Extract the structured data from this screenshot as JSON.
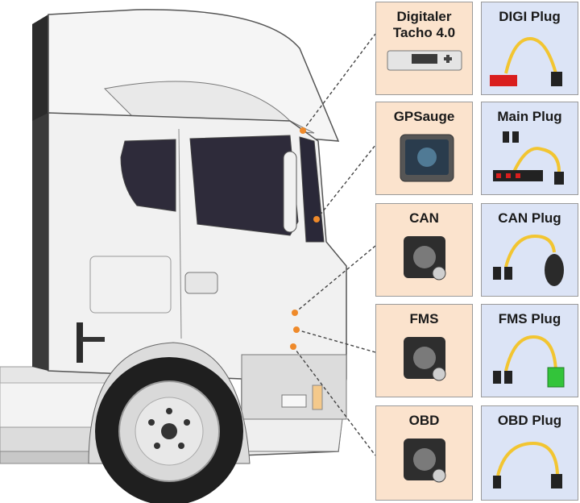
{
  "devices": [
    {
      "id": "digitaler-tacho",
      "label": "Digitaler\nTacho 4.0",
      "icon": "tachograph-icon"
    },
    {
      "id": "gpsauge",
      "label": "GPSauge",
      "icon": "gps-device-icon"
    },
    {
      "id": "can",
      "label": "CAN",
      "icon": "engine-icon"
    },
    {
      "id": "fms",
      "label": "FMS",
      "icon": "engine-icon"
    },
    {
      "id": "obd",
      "label": "OBD",
      "icon": "engine-icon"
    }
  ],
  "plugs": [
    {
      "id": "digi-plug",
      "label": "DIGI Plug",
      "icon": "cable-red-connector-icon"
    },
    {
      "id": "main-plug",
      "label": "Main Plug",
      "icon": "cable-multi-connector-icon"
    },
    {
      "id": "can-plug",
      "label": "CAN Plug",
      "icon": "cable-round-connector-icon"
    },
    {
      "id": "fms-plug",
      "label": "FMS Plug",
      "icon": "cable-green-connector-icon"
    },
    {
      "id": "obd-plug",
      "label": "OBD Plug",
      "icon": "cable-obd-connector-icon"
    }
  ],
  "colors": {
    "device_box": "#fbe3cd",
    "plug_box": "#dce4f6",
    "cable": "#f2c531",
    "marker": "#ef8a2a",
    "truck_body": "#f1f1f1"
  }
}
